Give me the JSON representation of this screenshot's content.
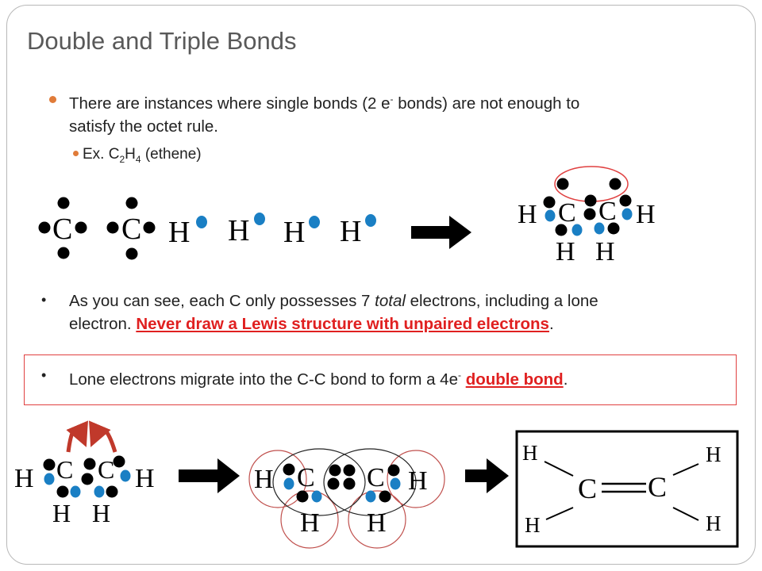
{
  "title": "Double and Triple Bonds",
  "bullet1": {
    "part1": "There are instances where single bonds (2 e",
    "sup": "-",
    "part2": " bonds) are not enough to",
    "line2": "satisfy the octet rule."
  },
  "example": {
    "prefix": "Ex.  C",
    "sub1": "2",
    "mid": "H",
    "sub2": "4",
    "suffix": " (ethene)"
  },
  "bullet2": {
    "part1": "As you can see, each C only possesses 7 ",
    "italic": "total",
    "part2": " electrons, including a lone",
    "line2_start": "electron. ",
    "red": "Never draw a Lewis structure with unpaired electrons",
    "line2_end": "."
  },
  "bullet3": {
    "part1": "Lone electrons migrate into the C-C bond to form a 4e",
    "sup": "-",
    "space": " ",
    "red": "double bond",
    "end": "."
  },
  "atoms": {
    "carbon": "C",
    "hydrogen": "H"
  },
  "colors": {
    "electron_black": "#000000",
    "electron_blue": "#1a7fc4",
    "red": "#e02020",
    "circle_red": "#c0504d",
    "bullet_orange": "#e07b39"
  }
}
